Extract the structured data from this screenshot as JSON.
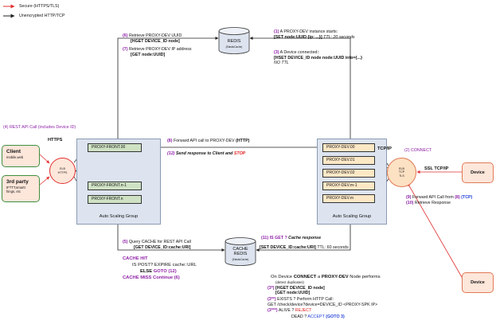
{
  "legend": {
    "secure": "Secure (HTTPS/TLS)",
    "unencrypted": "Unencrypted HTTP/TCP"
  },
  "colors": {
    "secure_line": "#e03030",
    "plain_line": "#222222",
    "asg_fill": "#dde4ef",
    "front_fill": "#cfe2c4",
    "dev_fill": "#fde8c6",
    "purple": "#8e1fa6",
    "blue": "#1f3fd6"
  },
  "redis_top": {
    "title": "REDIS",
    "subtitle": "(ElasticCache)"
  },
  "redis_bottom": {
    "line1": "CACHE",
    "line2": "REDIS",
    "subtitle": "(ElasticCache)"
  },
  "front_asg": {
    "label": "Auto Scaling Group",
    "nodes": [
      "PROXY-FRONT.00",
      "PROXY-FRONT.n-1",
      "PROXY-FRONT.n"
    ]
  },
  "dev_asg": {
    "label": "Auto Scaling Group",
    "nodes": [
      "PROXY-DEV.00",
      "PROXY-DEV.01",
      "PROXY-DEV.02",
      "PROXY-DEV.m-1",
      "PROXY-DEV.m"
    ]
  },
  "elb_left": {
    "line1": "ELB",
    "line2": "HTTPS"
  },
  "elb_right": {
    "line1": "ELB",
    "line2": "TCP",
    "line3": "TLS"
  },
  "client": {
    "title": "Client",
    "sub": "mobile,web"
  },
  "third_party": {
    "title": "3rd party",
    "sub1": "IFTTT,smartt",
    "sub2": "hings, etc"
  },
  "device_top": "Device",
  "device_bottom": "Device",
  "labels": {
    "https": "HTTPS",
    "tcpip": "TCP/IP",
    "ssl": "SSL TCP/IP",
    "rest_call": "(4) REST API Call (includes Device ID)",
    "connect": "(2)  CONNECT",
    "s6_num": "(6)",
    "s6_text": " Retrieve PROXY-DEV UUID",
    "s6_cmd": "[HGET DEVICE_ID node]",
    "s7_num": "(7)",
    "s7_text": " Retrieve PROXY-DEV IP address",
    "s7_cmd": "[GET  node:UUID]",
    "s1_num": "(1)",
    "s1_text": " A PROXY-DEV instance starts:",
    "s1_cmd": "[SET node:UUID {ip: ...}]",
    "s1_ttl": " TTL: 20 seconds",
    "s3_num": "(3)",
    "s3_text": " A Device connected::",
    "s3_cmd": "[HSET DEVICE_ID node node:UUID info={...}",
    "s3_ttl": "NO TTL",
    "s8_num": "(8)",
    "s8_text": " Forward API call to PROXY-DEV  ",
    "s8_proto": "(HTTP)",
    "s12_num": "(12)",
    "s12_text": " Send response to Client and ",
    "s12_stop": "STOP",
    "s9_num": "(9)",
    "s9_text": " Forward API Call from ",
    "s9_ref": "(8)",
    "s9_proto": " (TCP)",
    "s10_num": "(10)",
    "s10_text": " Retrieve Response",
    "s5_num": "(5)",
    "s5_text": " Query CACHE for REST API Call",
    "s5_cmd": "[GET DEVICE_ID:cache:URI]",
    "s11_num": "(11)",
    "s11_text": " IS GET ? ",
    "s11_resp": "Cache response",
    "s11_cmd": "[SET DEVICE_ID:cache:URI]",
    "s11_ttl": " TTL: 60 seconds",
    "cache_hit": "CACHE HIT",
    "is_post": "IS POST? EXPIRE cache::URL",
    "else": "ELSE ",
    "else_goto": "GOTO (12)",
    "cache_miss": "CACHE MISS Continue (6)",
    "on_device_a": "On Device ",
    "on_device_b": "CONNECT",
    "on_device_c": " a ",
    "on_device_d": "PROXY-DEV",
    "on_device_e": " Node performs",
    "detect": "(detect duplicates)",
    "c3a_num": "(3*)",
    "c3a_cmd": " [HGET DEVICE_ID node]",
    "c3a_cmd2": "[GET  node:UUID]",
    "c3b_num": "(3**)",
    "c3b_text": " EXISTS ? Perform HTTP Call:",
    "c3b_call": "GET /check/device?device=DEVICE_ID    <PROXY-SPK IP>",
    "c3c_num": "(3***)",
    "c3c_text": " ALIVE ? ",
    "c3c_reject": "REJECT",
    "c3d_text": "DEAD ? ",
    "c3d_accept": "ACCEPT",
    "c3d_goto": " (GOTO 3)"
  }
}
